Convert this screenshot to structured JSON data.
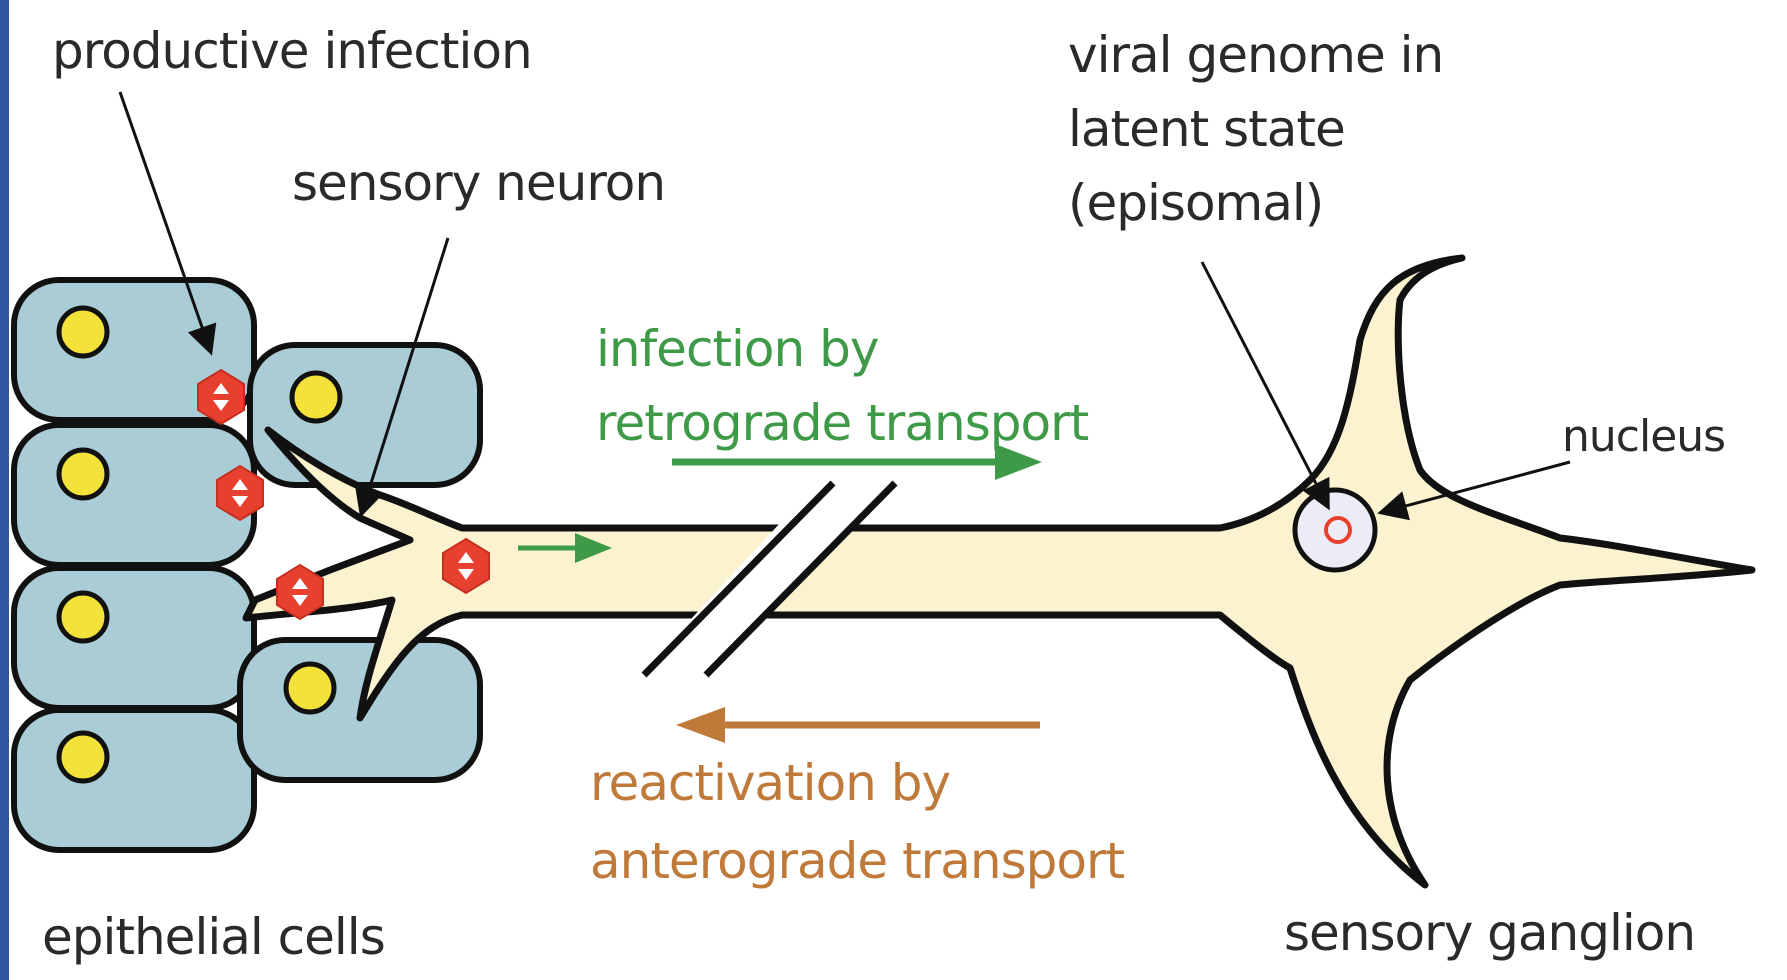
{
  "labels": {
    "productive_infection": "productive infection",
    "sensory_neuron": "sensory neuron",
    "viral_genome_line1": "viral genome in",
    "viral_genome_line2": "latent state",
    "viral_genome_line3": "(episomal)",
    "nucleus": "nucleus",
    "infection_line1": "infection by",
    "infection_line2": "retrograde transport",
    "reactivation_line1": "reactivation by",
    "reactivation_line2": "anterograde transport",
    "epithelial_cells": "epithelial cells",
    "sensory_ganglion": "sensory ganglion"
  },
  "colors": {
    "epithelial_fill": "#a9ccd6",
    "cell_nucleus": "#f2e23a",
    "neuron_fill": "#fbf2cf",
    "virion": "#e8402f",
    "retrograde_arrow": "#3f9a48",
    "anterograde_arrow": "#bf7a3a",
    "outline": "#111111",
    "accent_bar": "#2f56a0"
  }
}
